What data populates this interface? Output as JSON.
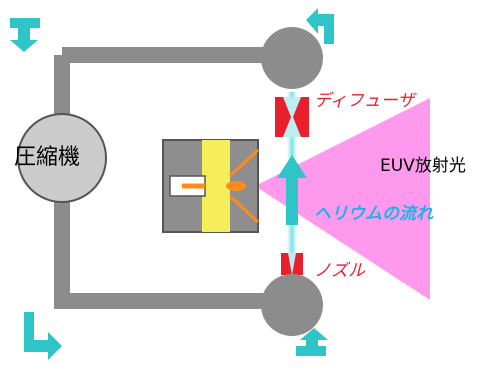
{
  "labels": {
    "compressor": "圧縮機",
    "diffuser": "ディフューザ",
    "euv_light": "EUV放射光",
    "helium_flow": "ヘリウムの流れ",
    "nozzle": "ノズル"
  },
  "colors": {
    "pipe": "#8c8c8c",
    "node": "#8c8c8c",
    "flow_arrow": "#2ec4c8",
    "diffuser_nozzle": "#e8202c",
    "euv_cone": "#ff99ee",
    "label_red": "#e8202c",
    "label_blue": "#1ab4e6",
    "chamber_yellow": "#f5ee5a",
    "plasma_orange": "#ff8c1a"
  },
  "icons": [
    "flow-direction-arrow",
    "upward-flow-arrow"
  ]
}
